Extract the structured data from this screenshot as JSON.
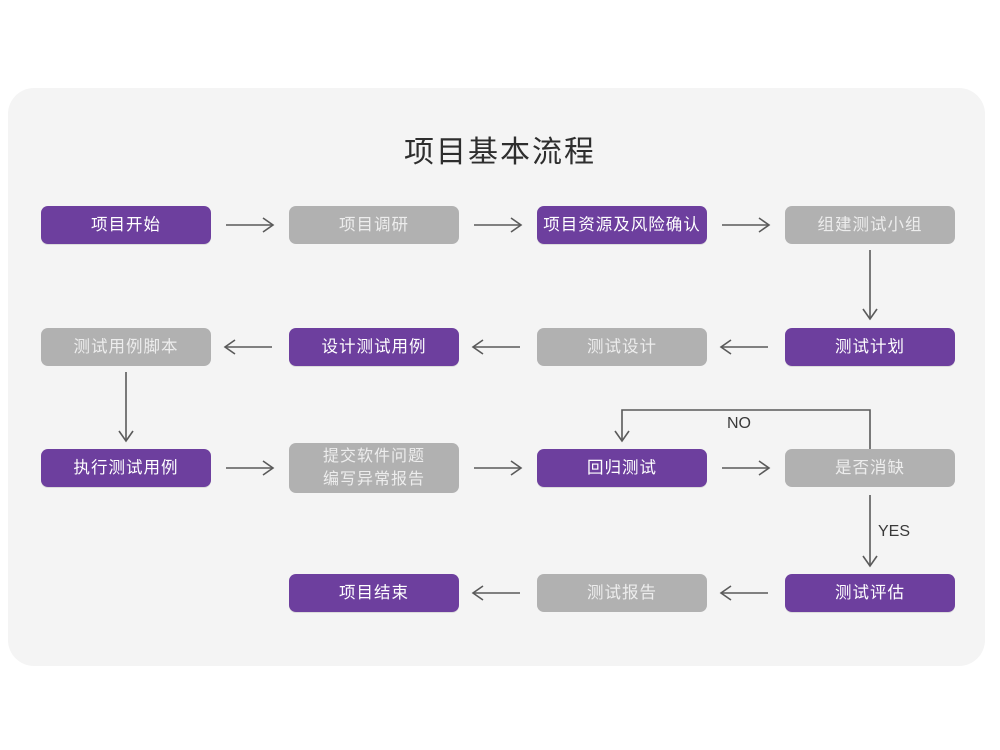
{
  "diagram": {
    "title": "项目基本流程",
    "theme": {
      "page_background": "#ffffff",
      "card_background": "#f4f4f4",
      "accent_purple": "#6d3f9e",
      "muted_gray": "#b1b1b1",
      "connector": "#5a5a5a",
      "title_color": "#2e2e2e"
    },
    "nodes": [
      {
        "id": "start",
        "label": "项目开始",
        "style": "purple",
        "row": 1
      },
      {
        "id": "survey",
        "label": "项目调研",
        "style": "gray",
        "row": 1
      },
      {
        "id": "resource",
        "label": "项目资源及风险确认",
        "style": "purple",
        "row": 1
      },
      {
        "id": "team",
        "label": "组建测试小组",
        "style": "gray",
        "row": 1
      },
      {
        "id": "script",
        "label": "测试用例脚本",
        "style": "gray",
        "row": 2
      },
      {
        "id": "designcase",
        "label": "设计测试用例",
        "style": "purple",
        "row": 2
      },
      {
        "id": "testdesign",
        "label": "测试设计",
        "style": "gray",
        "row": 2
      },
      {
        "id": "testplan",
        "label": "测试计划",
        "style": "purple",
        "row": 2
      },
      {
        "id": "execute",
        "label": "执行测试用例",
        "style": "purple",
        "row": 3
      },
      {
        "id": "defect",
        "label": "提交软件问题\n编写异常报告",
        "style": "gray",
        "row": 3
      },
      {
        "id": "regression",
        "label": "回归测试",
        "style": "purple",
        "row": 3
      },
      {
        "id": "resolved",
        "label": "是否消缺",
        "style": "gray",
        "row": 3
      },
      {
        "id": "finish",
        "label": "项目结束",
        "style": "purple",
        "row": 4
      },
      {
        "id": "report",
        "label": "测试报告",
        "style": "gray",
        "row": 4
      },
      {
        "id": "evaluate",
        "label": "测试评估",
        "style": "purple",
        "row": 4
      }
    ],
    "edges": [
      {
        "from": "start",
        "to": "survey",
        "direction": "right",
        "label": ""
      },
      {
        "from": "survey",
        "to": "resource",
        "direction": "right",
        "label": ""
      },
      {
        "from": "resource",
        "to": "team",
        "direction": "right",
        "label": ""
      },
      {
        "from": "team",
        "to": "testplan",
        "direction": "down",
        "label": ""
      },
      {
        "from": "testplan",
        "to": "testdesign",
        "direction": "left",
        "label": ""
      },
      {
        "from": "testdesign",
        "to": "designcase",
        "direction": "left",
        "label": ""
      },
      {
        "from": "designcase",
        "to": "script",
        "direction": "left",
        "label": ""
      },
      {
        "from": "script",
        "to": "execute",
        "direction": "down",
        "label": ""
      },
      {
        "from": "execute",
        "to": "defect",
        "direction": "right",
        "label": ""
      },
      {
        "from": "defect",
        "to": "regression",
        "direction": "right",
        "label": ""
      },
      {
        "from": "regression",
        "to": "resolved",
        "direction": "right",
        "label": ""
      },
      {
        "from": "resolved",
        "to": "regression",
        "direction": "loop-up-left",
        "label": "NO"
      },
      {
        "from": "resolved",
        "to": "evaluate",
        "direction": "down",
        "label": "YES"
      },
      {
        "from": "evaluate",
        "to": "report",
        "direction": "left",
        "label": ""
      },
      {
        "from": "report",
        "to": "finish",
        "direction": "left",
        "label": ""
      }
    ],
    "edge_labels": {
      "no": "NO",
      "yes": "YES"
    }
  }
}
